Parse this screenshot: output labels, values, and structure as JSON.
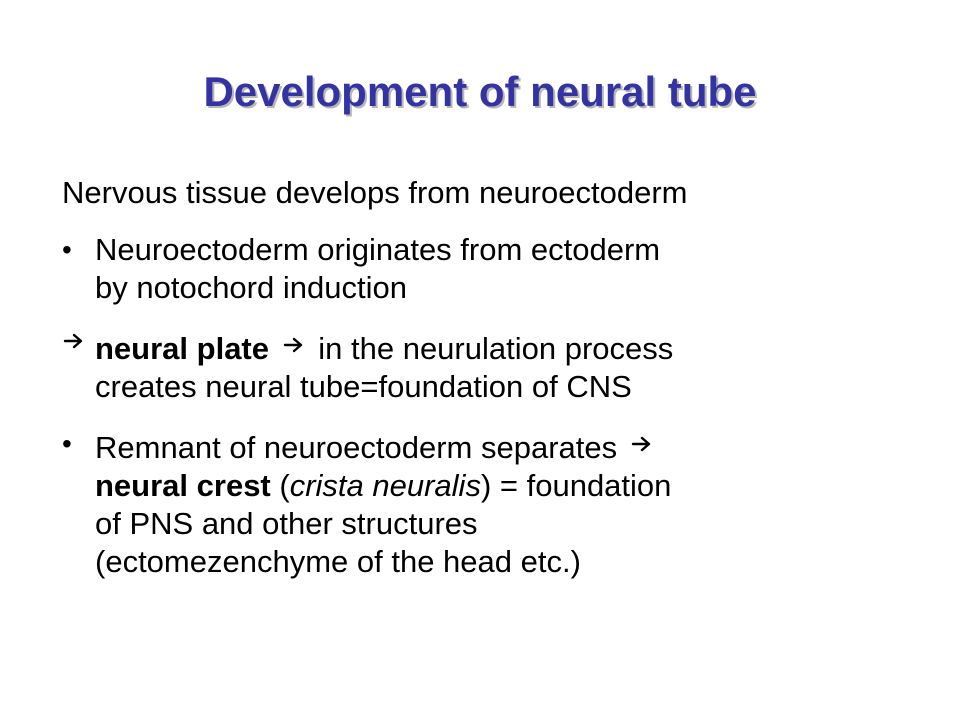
{
  "slide": {
    "title": "Development of neural tube",
    "intro": "Nervous tissue develops from neuroectoderm",
    "p1": {
      "line1": "Neuroectoderm originates from ectoderm",
      "line2": "by notochord induction"
    },
    "p2": {
      "term": "neural plate",
      "after_term": "in the neurulation process",
      "line2": "creates neural tube=foundation of CNS"
    },
    "p3": {
      "line1": "Remnant of neuroectoderm separates",
      "term": "neural crest",
      "paren_open": " (",
      "latin": "crista neuralis",
      "after_latin": ") = foundation",
      "line3": "of PNS and other structures",
      "line4": "(ectomezenchyme of the head etc.)"
    }
  },
  "icons": {
    "bullet": "•",
    "arrow": "➔"
  }
}
